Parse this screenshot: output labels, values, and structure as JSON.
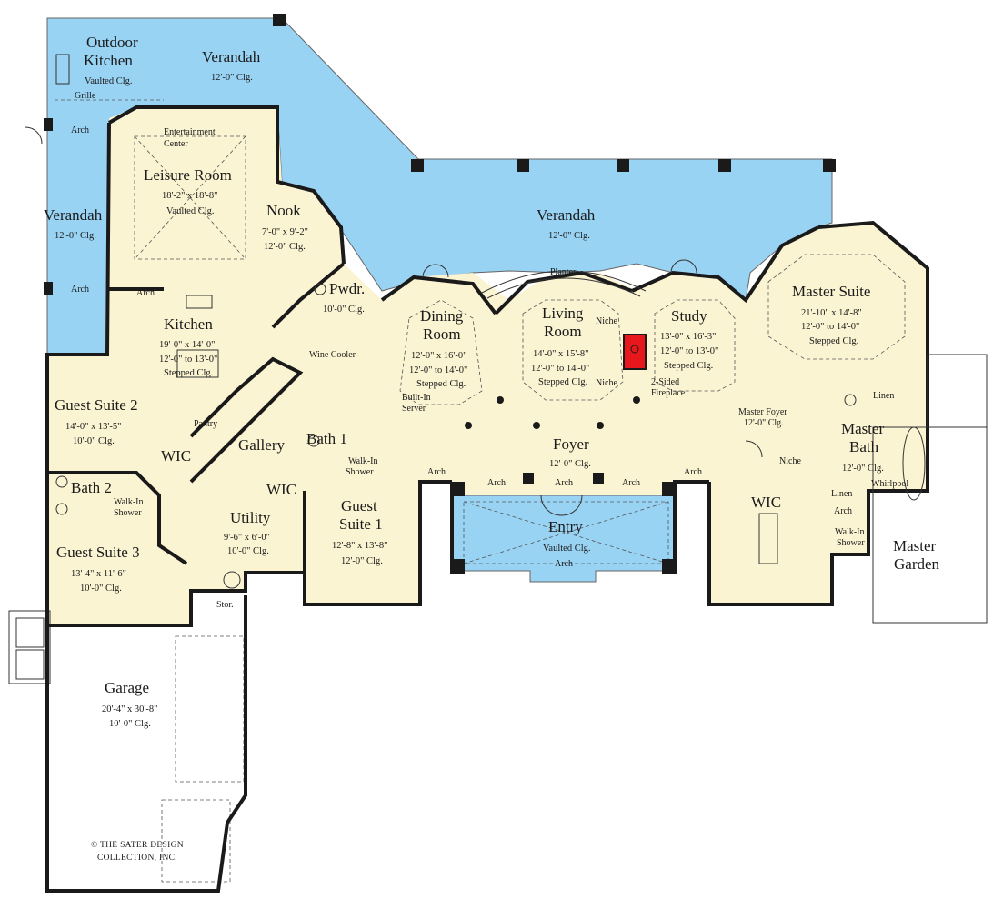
{
  "colors": {
    "interior": "#fbf4d2",
    "verandah": "#99d3f3",
    "garage": "#ffffff",
    "wall": "#1a1a1a",
    "fireplace": "#e8171b"
  },
  "rooms": {
    "outdoor_kitchen": {
      "name_1": "Outdoor",
      "name_2": "Kitchen",
      "clg": "Vaulted Clg."
    },
    "verandah_top": {
      "name": "Verandah",
      "clg": "12'-0\" Clg."
    },
    "verandah_left": {
      "name": "Verandah",
      "clg": "12'-0\" Clg."
    },
    "verandah_rear": {
      "name": "Verandah",
      "clg": "12'-0\" Clg."
    },
    "leisure_room": {
      "name": "Leisure Room",
      "size": "18'-2\" x 18'-8\"",
      "clg": "Vaulted Clg."
    },
    "nook": {
      "name": "Nook",
      "size": "7'-0\" x 9'-2\"",
      "clg": "12'-0\" Clg."
    },
    "kitchen": {
      "name": "Kitchen",
      "size": "19'-0\" x 14'-0\"",
      "clg_1": "12'-0\" to 13'-0\"",
      "clg_2": "Stepped Clg."
    },
    "pwdr": {
      "name": "Pwdr.",
      "clg": "10'-0\" Clg."
    },
    "dining_room": {
      "name_1": "Dining",
      "name_2": "Room",
      "size": "12'-0\" x 16'-0\"",
      "clg_1": "12'-0\" to 14'-0\"",
      "clg_2": "Stepped Clg."
    },
    "living_room": {
      "name_1": "Living",
      "name_2": "Room",
      "size": "14'-0\" x 15'-8\"",
      "clg_1": "12'-0\" to 14'-0\"",
      "clg_2": "Stepped Clg."
    },
    "study": {
      "name": "Study",
      "size": "13'-0\" x 16'-3\"",
      "clg_1": "12'-0\" to 13'-0\"",
      "clg_2": "Stepped Clg."
    },
    "master_suite": {
      "name": "Master Suite",
      "size": "21'-10\" x 14'-8\"",
      "clg_1": "12'-0\" to 14'-0\"",
      "clg_2": "Stepped Clg."
    },
    "guest_suite_2": {
      "name": "Guest Suite 2",
      "size": "14'-0\" x 13'-5\"",
      "clg": "10'-0\" Clg."
    },
    "guest_suite_3": {
      "name": "Guest Suite 3",
      "size": "13'-4\" x 11'-6\"",
      "clg": "10'-0\" Clg."
    },
    "guest_suite_1": {
      "name_1": "Guest",
      "name_2": "Suite 1",
      "size": "12'-8\" x 13'-8\"",
      "clg": "12'-0\" Clg."
    },
    "foyer": {
      "name": "Foyer",
      "clg": "12'-0\" Clg."
    },
    "entry": {
      "name": "Entry",
      "clg": "Vaulted Clg."
    },
    "master_bath": {
      "name_1": "Master",
      "name_2": "Bath",
      "clg": "12'-0\" Clg."
    },
    "master_foyer": {
      "name": "Master Foyer",
      "clg": "12'-0\" Clg."
    },
    "utility": {
      "name": "Utility",
      "size": "9'-6\" x 6'-0\"",
      "clg": "10'-0\" Clg."
    },
    "garage": {
      "name": "Garage",
      "size": "20'-4\" x 30'-8\"",
      "clg": "10'-0\" Clg."
    },
    "master_garden": {
      "name_1": "Master",
      "name_2": "Garden"
    }
  },
  "labels": {
    "gallery": "Gallery",
    "wic": "WIC",
    "bath_1": "Bath 1",
    "bath_2": "Bath 2",
    "pantry": "Pantry",
    "wine_cooler": "Wine Cooler",
    "built_in_1": "Built-In",
    "built_in_2": "Server",
    "planter": "Planter",
    "niche": "Niche",
    "two_sided_1": "2-Sided",
    "two_sided_2": "Fireplace",
    "entertainment_1": "Entertainment",
    "entertainment_2": "Center",
    "grille": "Grille",
    "linen": "Linen",
    "whirlpool": "Whirlpool",
    "walk_in_1": "Walk-In",
    "walk_in_2": "Shower",
    "stor": "Stor.",
    "arch": "Arch"
  },
  "copyright": {
    "line_1": "© THE SATER DESIGN",
    "line_2": "COLLECTION, INC."
  }
}
